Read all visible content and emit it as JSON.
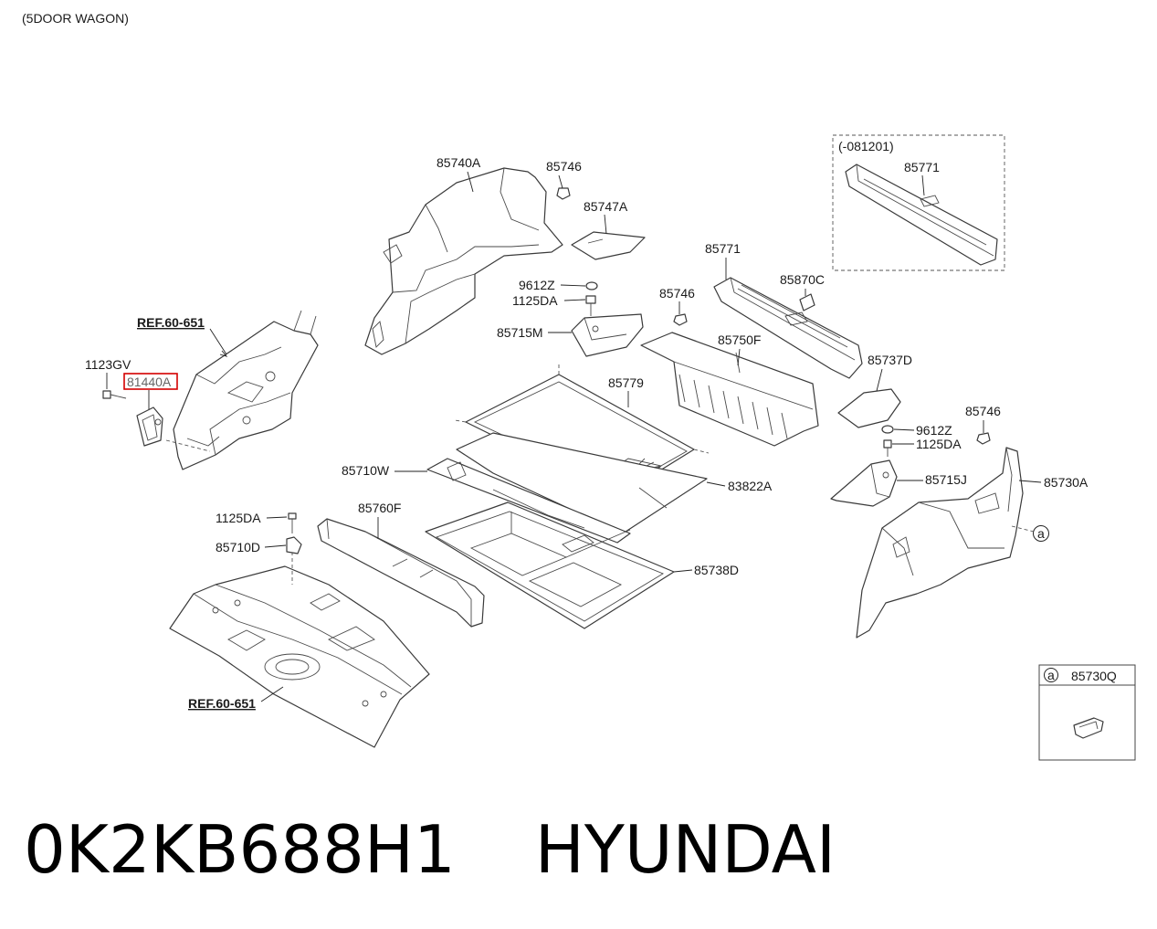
{
  "header": {
    "variant": "(5DOOR WAGON)",
    "date_note": "(-081201)"
  },
  "references": {
    "top": "REF.60-651",
    "bottom": "REF.60-651"
  },
  "highlight_color": "#d40000",
  "labels": {
    "p1123GV": "1123GV",
    "p81440A": "81440A",
    "p85740A": "85740A",
    "p85746a": "85746",
    "p85747A": "85747A",
    "p9612Za": "9612Z",
    "p1125DAa": "1125DA",
    "p85715M": "85715M",
    "p85746b": "85746",
    "p85771a": "85771",
    "p85771b": "85771",
    "p85870C": "85870C",
    "p85750F": "85750F",
    "p85737D": "85737D",
    "p85779": "85779",
    "p85710W": "85710W",
    "p83822A": "83822A",
    "p85760F": "85760F",
    "p1125DAb": "1125DA",
    "p85710D": "85710D",
    "p85738D": "85738D",
    "p9612Zb": "9612Z",
    "p1125DAc": "1125DA",
    "p85746c": "85746",
    "p85715J": "85715J",
    "p85730A": "85730A",
    "callout_a": "a",
    "legend_a": "a",
    "p85730Q": "85730Q"
  },
  "footer": {
    "part_number": "0K2KB688H1",
    "brand": "HYUNDAI"
  }
}
